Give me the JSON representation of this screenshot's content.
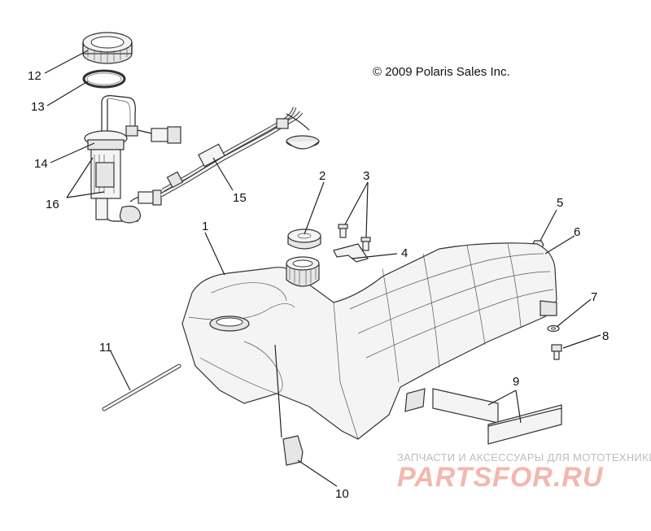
{
  "diagram": {
    "copyright": "© 2009 Polaris Sales Inc.",
    "callouts": [
      "1",
      "2",
      "3",
      "4",
      "5",
      "6",
      "7",
      "8",
      "9",
      "10",
      "11",
      "12",
      "13",
      "14",
      "15",
      "16"
    ]
  },
  "watermark": {
    "tagline": "ЗАПЧАСТИ И АКСЕССУАРЫ ДЛЯ МОТОТЕХНИКИ",
    "logo": "PARTSFOR.RU",
    "color": "#f3b7ae"
  }
}
